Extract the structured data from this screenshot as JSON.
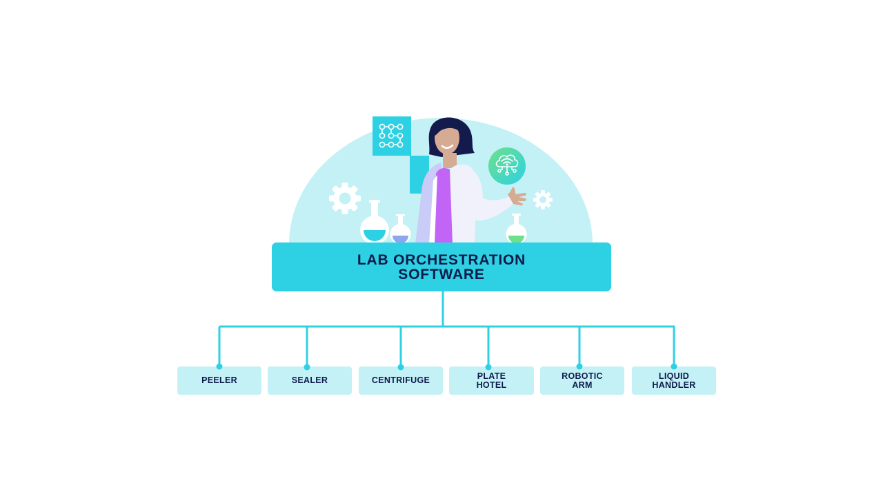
{
  "title": "LAB ORCHESTRATION SOFTWARE",
  "modules": [
    {
      "label": "PEELER"
    },
    {
      "label": "SEALER"
    },
    {
      "label": "CENTRIFUGE"
    },
    {
      "label": "PLATE HOTEL"
    },
    {
      "label": "ROBOTIC ARM"
    },
    {
      "label": "LIQUID HANDLER"
    }
  ],
  "icons": [
    "gear-icon",
    "gear-icon",
    "flask-icon",
    "flask-icon",
    "flask-icon",
    "workflow-icon",
    "cloud-network-icon",
    "scientist-illustration"
  ],
  "colors": {
    "background": "#ffffff",
    "dome": "#c3f1f6",
    "accent": "#2ed1e3",
    "module_fill": "#c3f1f6",
    "text_dark": "#0d1b4b",
    "coat_purple": "#c264f5",
    "hair": "#131b4d",
    "skin": "#d6ab94",
    "cloud_badge_green": "#6ee08a",
    "cloud_badge_teal": "#2ed1e3",
    "flask_blue": "#2ed1e3",
    "flask_periwinkle": "#8ea6ee",
    "flask_green": "#6ee08a"
  }
}
